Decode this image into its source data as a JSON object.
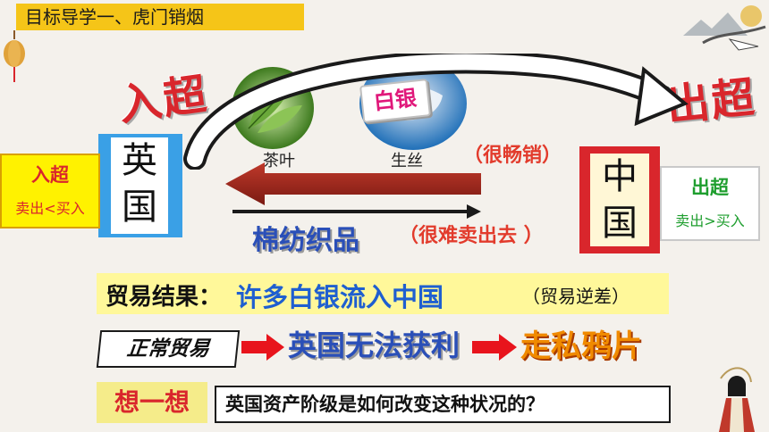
{
  "title": "目标导学一、虎门销烟",
  "left_big": "入超",
  "right_big": "出超",
  "britain": [
    "英",
    "国"
  ],
  "china": [
    "中",
    "国"
  ],
  "silver_label": "白银",
  "tea_label": "茶叶",
  "silk_label": "生丝",
  "sells_well": "（很畅销）",
  "hard_to_sell": "（很难卖出去 ）",
  "cotton_goods": "棉纺织品",
  "left_box": {
    "title": "入超",
    "sub": "卖出<买入"
  },
  "right_box": {
    "title": "出超",
    "sub": "卖出>买入"
  },
  "result_label": "贸易结果：",
  "result_text": "许多白银流入中国",
  "result_note": "（贸易逆差）",
  "flow": [
    "正常贸易",
    "英国无法获利",
    "走私鸦片"
  ],
  "think_label": "想一想",
  "think_question": "英国资产阶级是如何改变这种状况的？",
  "colors": {
    "accent_yellow": "#f5c518",
    "red": "#d9262c",
    "blue": "#2a4fb8",
    "dark_red": "#a52019"
  }
}
